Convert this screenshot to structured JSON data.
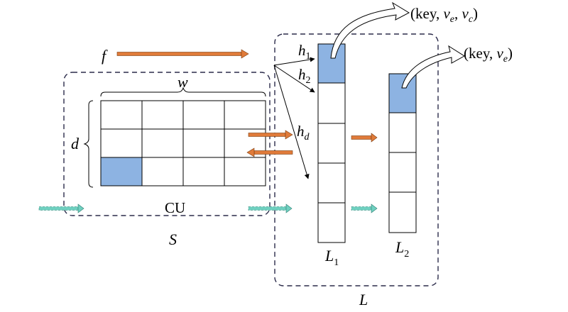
{
  "labels": {
    "f": "f",
    "w": "w",
    "d": "d",
    "cu": "CU",
    "s": "S",
    "l": "L",
    "h1": {
      "base": "h",
      "sub": "1"
    },
    "h2": {
      "base": "h",
      "sub": "2"
    },
    "hd": {
      "base": "h",
      "sub": "d"
    },
    "l1": {
      "base": "L",
      "sub": "1"
    },
    "l2": {
      "base": "L",
      "sub": "2"
    },
    "out1": {
      "open": "(key, ",
      "ve": "v",
      "ve_sub": "e",
      "comma": ", ",
      "vc": "v",
      "vc_sub": "c",
      "close": ")"
    },
    "out2": {
      "open": "(key, ",
      "ve": "v",
      "ve_sub": "e",
      "close": ")"
    }
  },
  "colors": {
    "orange_arrow": "#e07b3a",
    "teal_arrow": "#6fd0c0",
    "highlight": "#8db3e2",
    "dashed_border": "#2b2b4a",
    "line": "#000000"
  }
}
